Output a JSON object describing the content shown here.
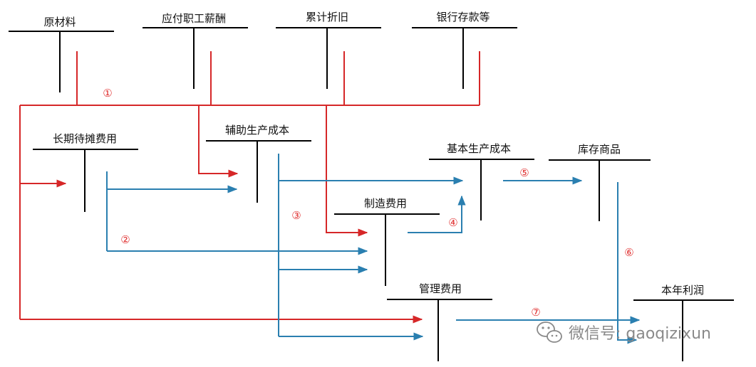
{
  "accounts": {
    "raw_materials": "原材料",
    "payroll_payable": "应付职工薪酬",
    "accumulated_depreciation": "累计折旧",
    "bank_deposits": "银行存款等",
    "long_term_prepaid": "长期待摊费用",
    "auxiliary_production": "辅助生产成本",
    "basic_production": "基本生产成本",
    "inventory_goods": "库存商品",
    "manufacturing_overhead": "制造费用",
    "admin_expenses": "管理费用",
    "current_year_profit": "本年利润"
  },
  "steps": [
    "①",
    "②",
    "③",
    "④",
    "⑤",
    "⑥",
    "⑦"
  ],
  "watermark": {
    "text": "微信号: gaoqizixun",
    "icon": "wechat-icon"
  },
  "colors": {
    "red_flow": "#d62728",
    "blue_flow": "#2a7fb0",
    "t_account": "#000000"
  }
}
